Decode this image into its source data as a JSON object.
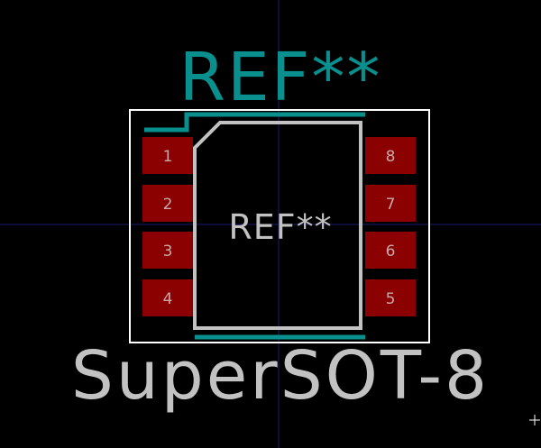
{
  "footprint": {
    "reference": "REF**",
    "value_on_fab": "REF**",
    "name": "SuperSOT-8"
  },
  "pads_left": [
    {
      "number": "1"
    },
    {
      "number": "2"
    },
    {
      "number": "3"
    },
    {
      "number": "4"
    }
  ],
  "pads_right": [
    {
      "number": "8"
    },
    {
      "number": "7"
    },
    {
      "number": "6"
    },
    {
      "number": "5"
    }
  ],
  "colors": {
    "background": "#000000",
    "silkscreen": "#0a8f8f",
    "fab": "#c2c2c2",
    "pad": "#8b0000",
    "pad_number": "#c9a9a9",
    "courtyard": "#ffffff",
    "grid_axis": "#1a1a6e",
    "cursor": "#ffffff"
  },
  "icons": {
    "cursor": "crosshair-cursor-icon"
  }
}
